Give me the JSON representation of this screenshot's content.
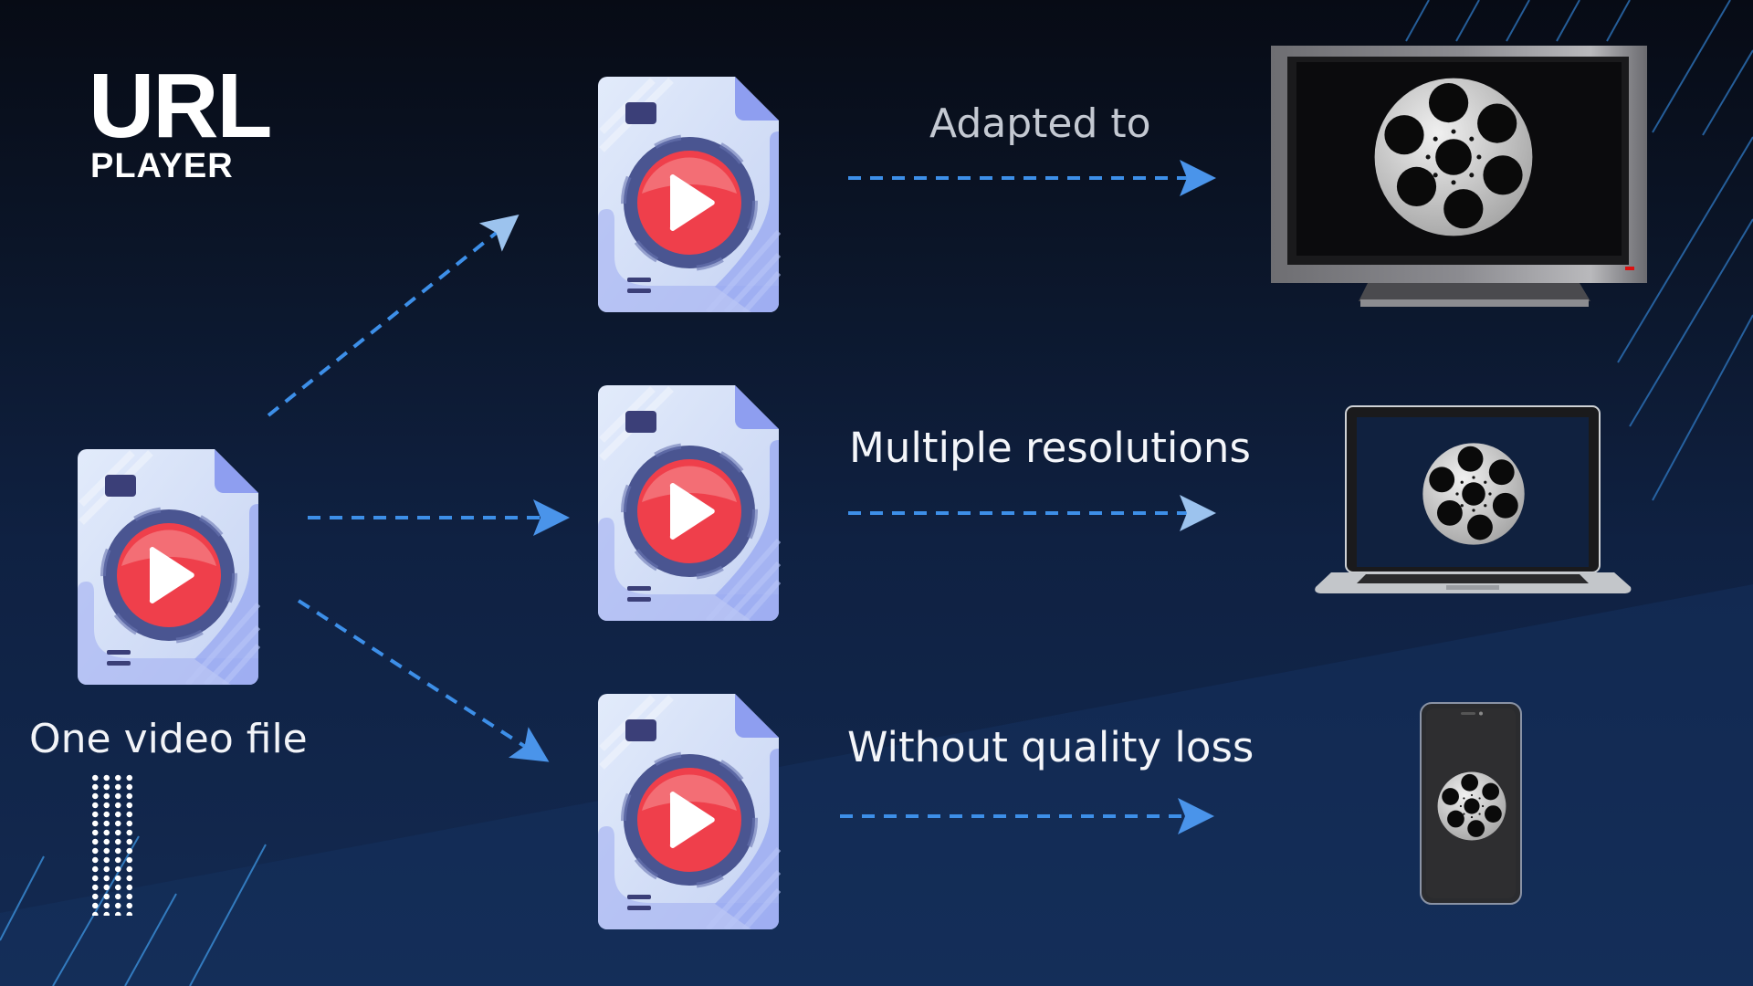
{
  "logo": {
    "main": "URL",
    "sub": "PLAYER"
  },
  "source": {
    "label": "One video file",
    "icon": "video-file-icon"
  },
  "outputs": [
    {
      "label": "Adapted to",
      "device": "tv",
      "icon": "video-file-icon",
      "device_icon": "film-reel-icon"
    },
    {
      "label": "Multiple resolutions",
      "device": "laptop",
      "icon": "video-file-icon",
      "device_icon": "film-reel-icon"
    },
    {
      "label": "Without quality loss",
      "device": "smartphone",
      "icon": "video-file-icon",
      "device_icon": "film-reel-icon"
    }
  ],
  "colors": {
    "background_top": "#070b15",
    "background_bottom": "#132a52",
    "arrow": "#3d8fe8",
    "accent_lines": "#3b8fd9",
    "play_red": "#ef3f4b",
    "ring": "#4a5591",
    "paper": "#d3def6",
    "paper_shade": "#8e9ef0"
  }
}
